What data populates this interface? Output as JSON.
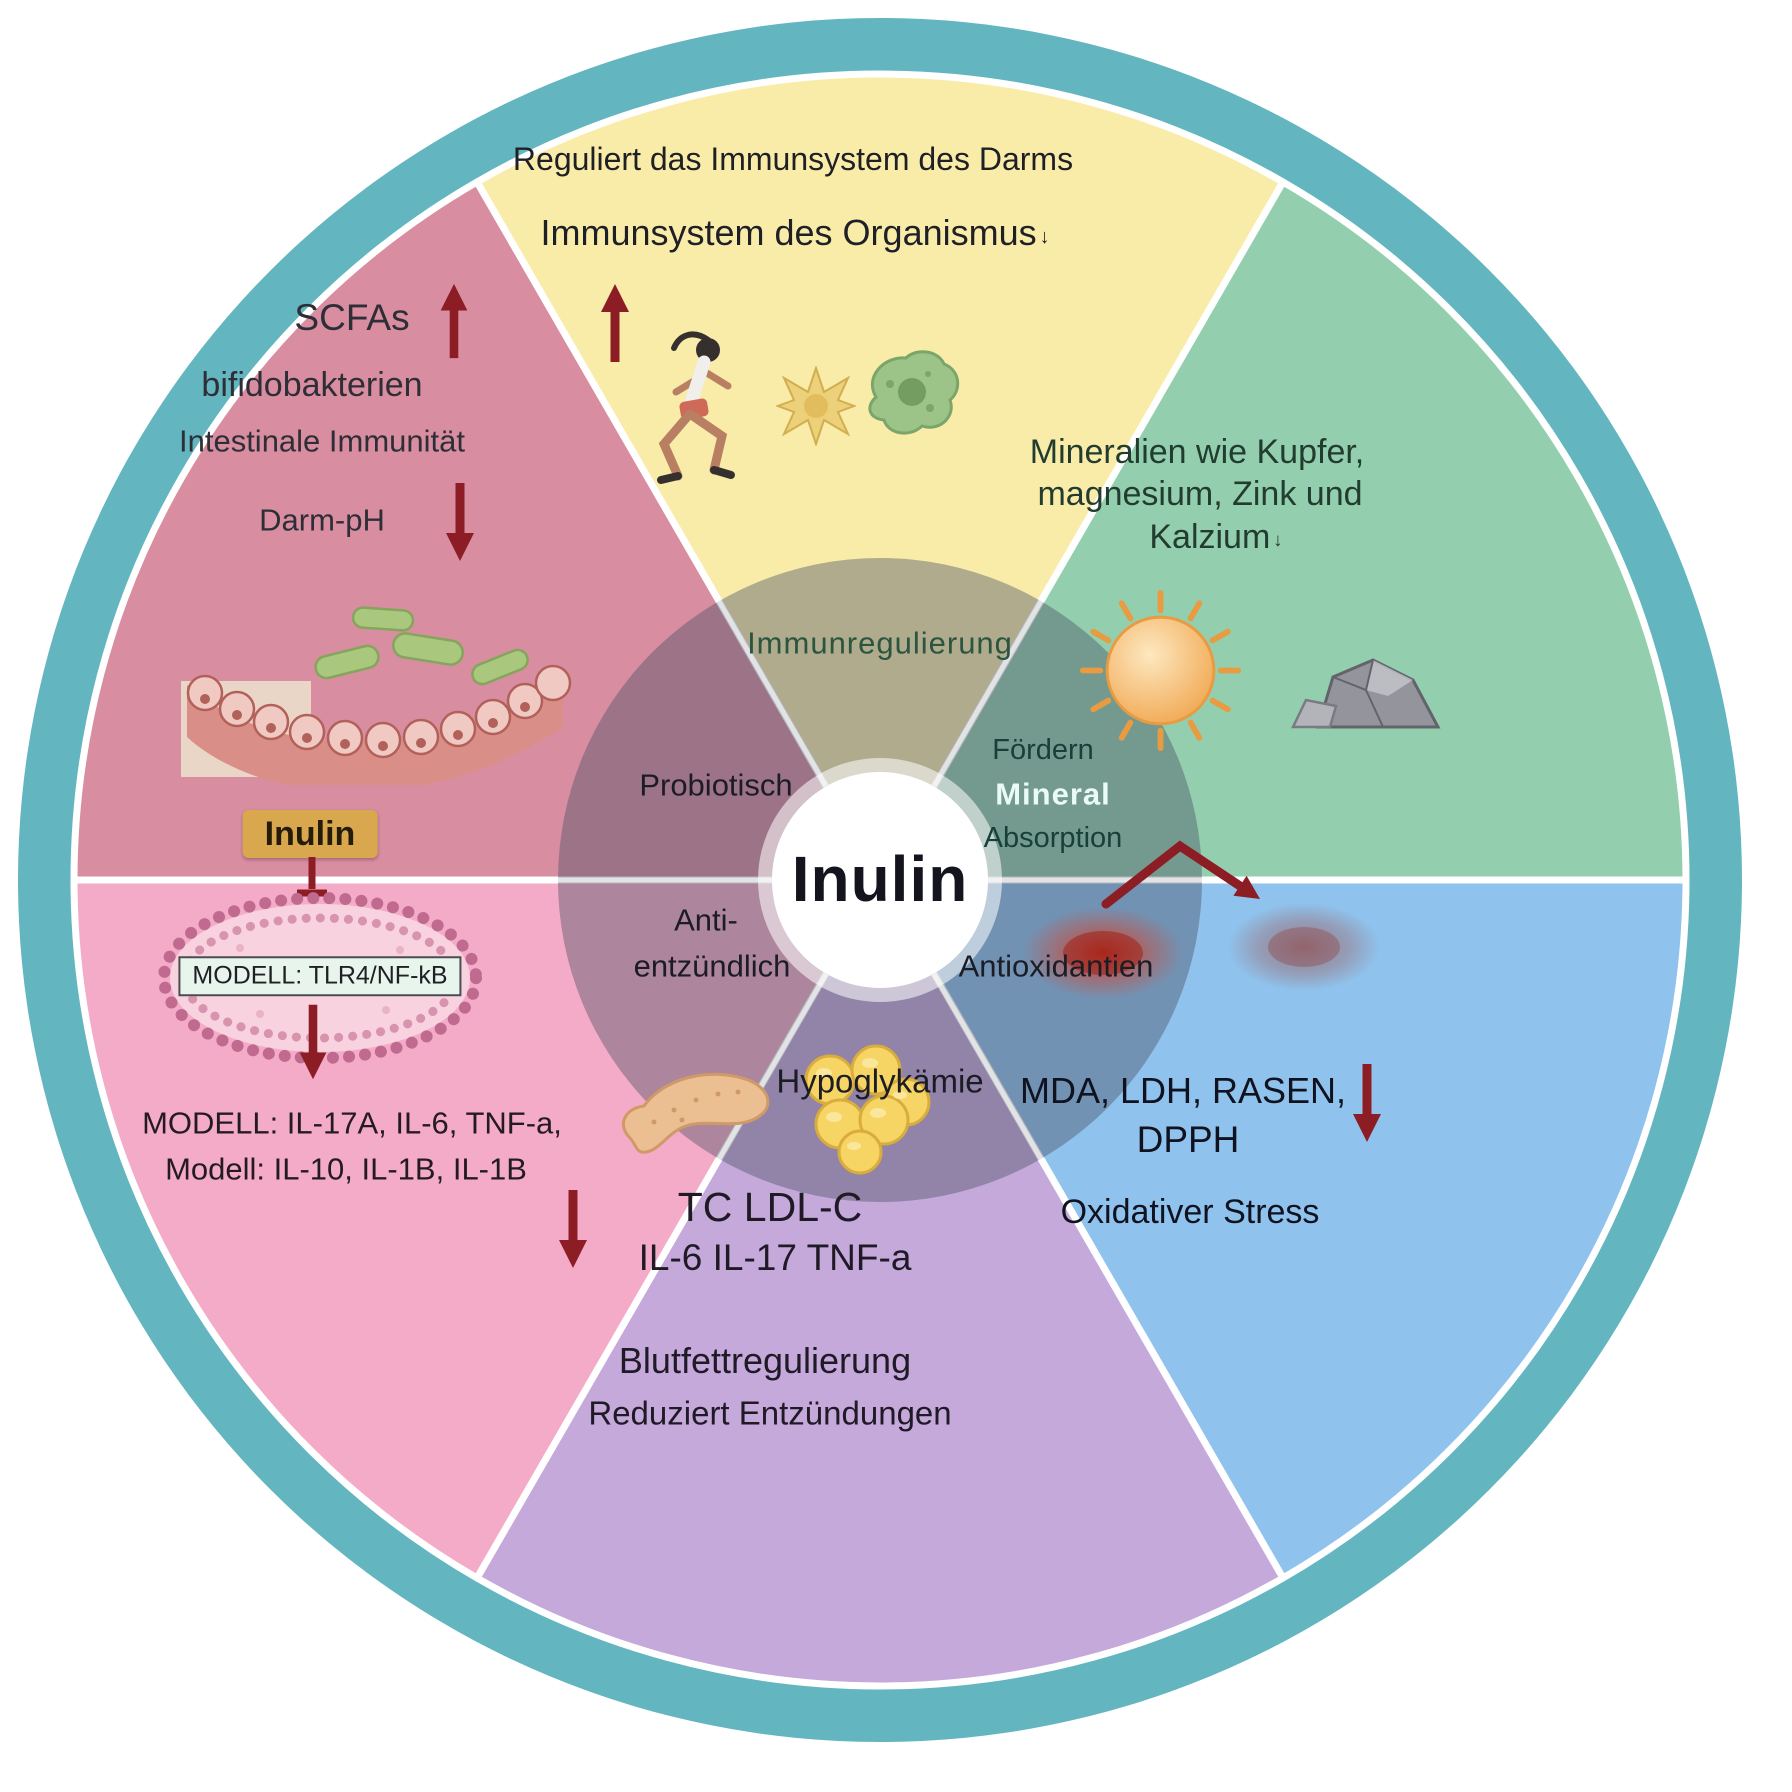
{
  "center": {
    "label": "Inulin"
  },
  "hub": {
    "immune": "Immunregulierung",
    "probiotic": "Probiotisch",
    "mineral_line1": "Fördern",
    "mineral_line2": "Mineral",
    "mineral_line3": "Absorption",
    "antiinflammatory_line1": "Anti-",
    "antiinflammatory_line2": "entzündlich",
    "antioxidant": "Antioxidantien",
    "lipid": "Hypoglykämie"
  },
  "segments": {
    "probiotic": {
      "line1": "SCFAs",
      "line2": "bifidobakterien",
      "line3": "Intestinale Immunität",
      "line4": "Darm-pH"
    },
    "immune": {
      "line1": "Reguliert das Immunsystem des Darms",
      "line2": "Immunsystem des Organismus",
      "line2_suffix": "↓"
    },
    "mineral": {
      "line1": "Mineralien wie Kupfer,",
      "line2": "magnesium, Zink und",
      "line3": "Kalzium",
      "line3_suffix": "↓"
    },
    "antioxidant": {
      "line1": "MDA, LDH, RASEN,",
      "line2": "DPPH",
      "line3": "Oxidativer Stress"
    },
    "lipid": {
      "line1": "TC LDL-C",
      "line2": "IL-6 IL-17 TNF-a",
      "line3": "Blutfettregulierung",
      "line4": "Reduziert Entzündungen"
    },
    "antiinflammatory": {
      "box": "Inulin",
      "membrane": "MODELL: TLR4/NF-kB",
      "line1": "MODELL: IL-17A, IL-6, TNF-a,",
      "line2": "Modell: IL-10, IL-1B, IL-1B"
    }
  },
  "colors": {
    "ring": "#63b6c0",
    "immune_wedge": "#f9eca9",
    "mineral_wedge": "#93cfae",
    "antioxidant_wedge": "#8fc2ec",
    "lipid_wedge": "#c5a9da",
    "antiinflammatory_wedge": "#f4abc7",
    "probiotic_wedge": "#d98da1",
    "hub_overlay": "rgba(75,80,100,0.42)",
    "arrow": "#8c1d24",
    "inulin_box_bg": "#d9a84e",
    "membrane_box_bg": "#e7f5ec"
  }
}
